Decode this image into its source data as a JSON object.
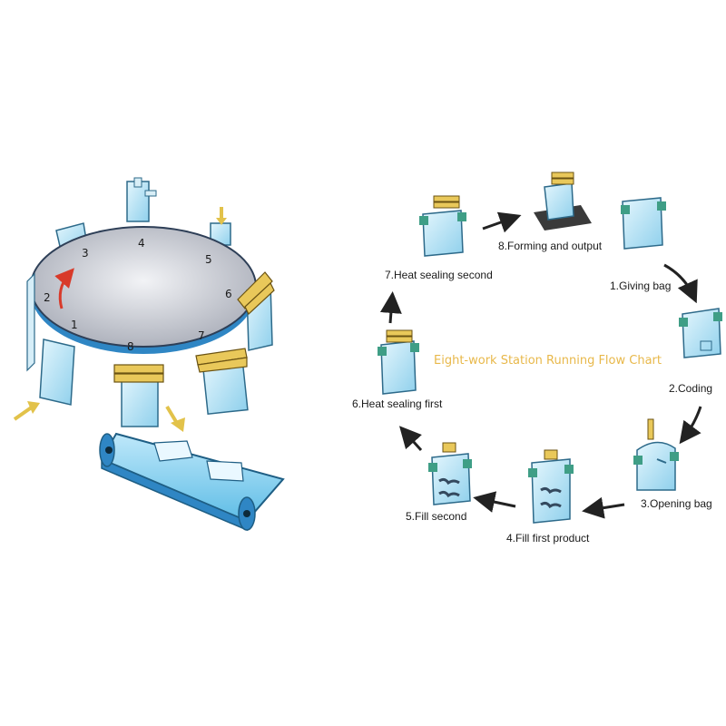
{
  "diagram": {
    "center_title": "Eight-work Station Running Flow Chart",
    "center_title_color": "#e8b84a",
    "steps": [
      {
        "label": "1.Giving bag"
      },
      {
        "label": "2.Coding"
      },
      {
        "label": "3.Opening bag"
      },
      {
        "label": "4.Fill first product"
      },
      {
        "label": "5.Fill second"
      },
      {
        "label": "6.Heat sealing first"
      },
      {
        "label": "7.Heat sealing second"
      },
      {
        "label": "8.Forming and output"
      }
    ],
    "turntable_numbers": [
      "1",
      "2",
      "3",
      "4",
      "5",
      "6",
      "7",
      "8"
    ]
  },
  "colors": {
    "bag_fill": "#bfe6f5",
    "bag_stroke": "#2d6a8a",
    "clip": "#3f9e86",
    "sealer": "#e9c85a",
    "conveyor": "#3aa6d8",
    "arrow": "#222222",
    "rotation_arrow": "#d83a2a",
    "feed_arrow": "#e2c24a"
  }
}
